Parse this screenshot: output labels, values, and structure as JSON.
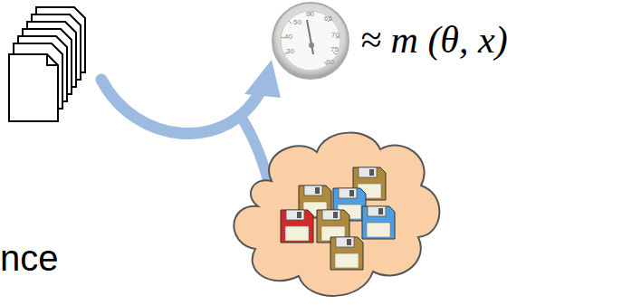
{
  "diagram": {
    "labels": [
      "≈ m (θ, x)",
      "nce",
      "50",
      "60",
      "65",
      "40",
      "70",
      "30",
      "75",
      "80"
    ]
  }
}
